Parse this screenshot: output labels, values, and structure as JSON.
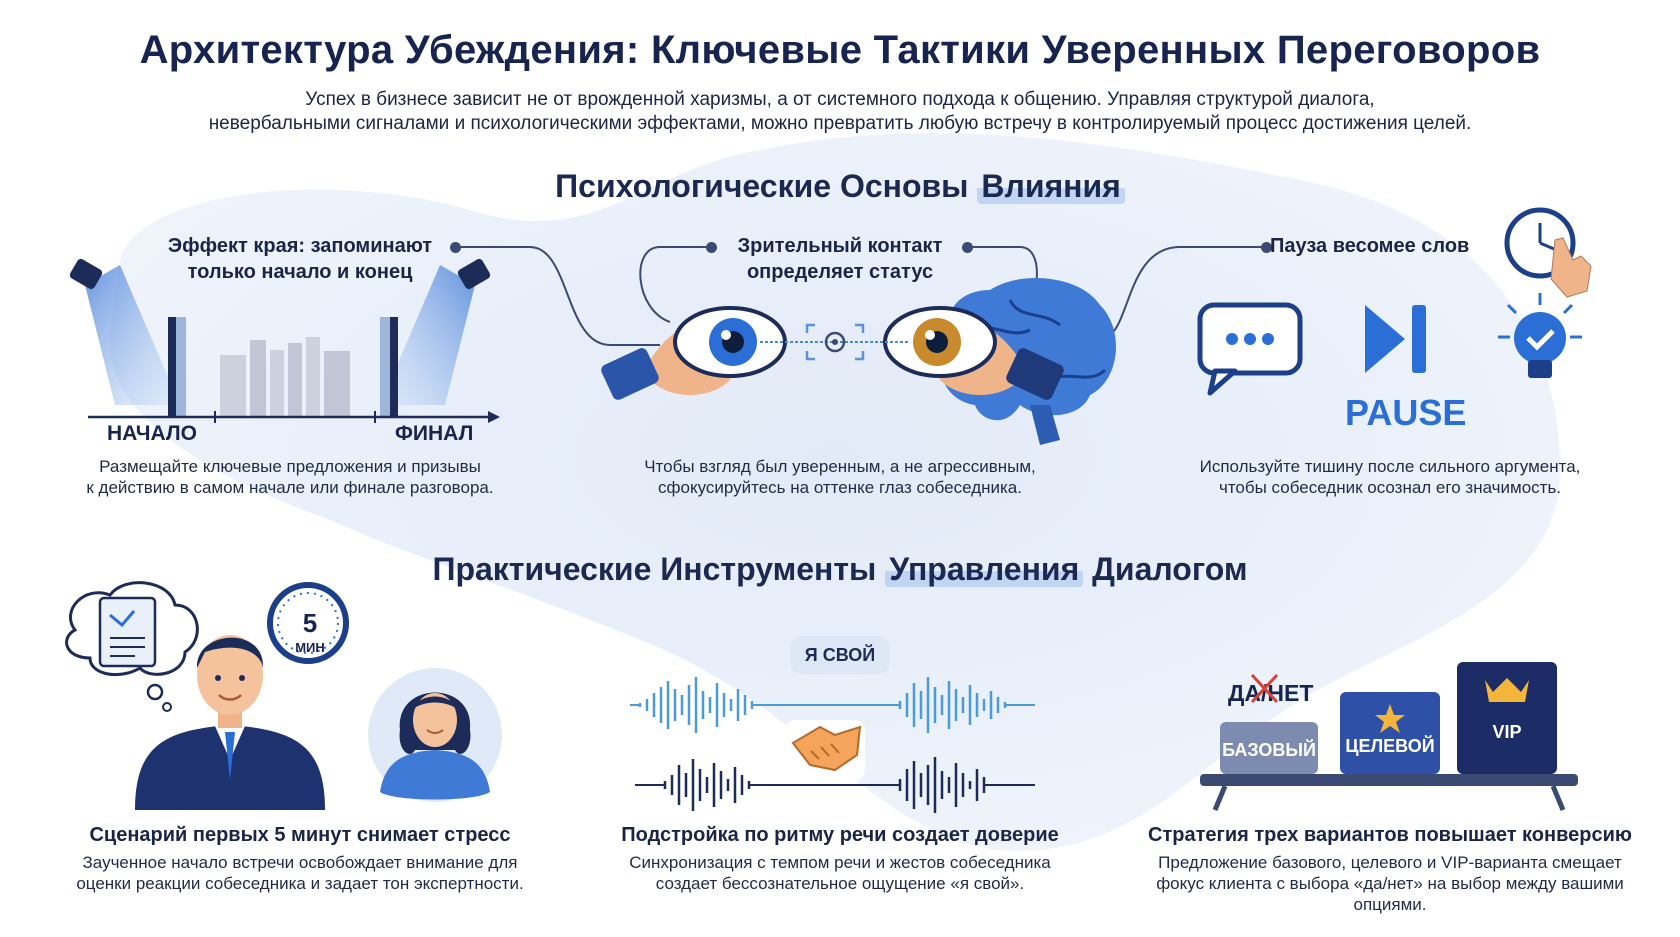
{
  "header": {
    "title": "Архитектура Убеждения: Ключевые Тактики Уверенных Переговоров",
    "intro_line1": "Успех в бизнесе зависит не от врожденной харизмы, а от системного подхода к общению. Управляя структурой диалога,",
    "intro_line2": "невербальными сигналами и психологическими эффектами, можно превратить любую встречу в контролируемый процесс достижения целей."
  },
  "section1": {
    "heading_plain": "Психологические Основы ",
    "heading_highlight": "Влияния",
    "cards": [
      {
        "caption_line1": "Эффект края: запоминают",
        "caption_line2": "только начало и конец",
        "label_start": "НАЧАЛО",
        "label_end": "ФИНАЛ",
        "desc_line1": "Размещайте ключевые предложения и призывы",
        "desc_line2": "к действию в самом начале или финале разговора."
      },
      {
        "caption_line1": "Зрительный контакт",
        "caption_line2": "определяет статус",
        "desc_line1": "Чтобы взгляд был уверенным, а не агрессивным,",
        "desc_line2": "сфокусируйтесь на оттенке глаз собеседника."
      },
      {
        "caption_line1": "Пауза весомее слов",
        "pause_label": "PAUSE",
        "desc_line1": "Используйте тишину после сильного аргумента,",
        "desc_line2": "чтобы собеседник осознал его значимость."
      }
    ]
  },
  "section2": {
    "heading_plain1": "Практические Инструменты ",
    "heading_highlight": "Управления",
    "heading_plain2": " Диалогом",
    "cards": [
      {
        "timer_number": "5",
        "timer_unit": "МИН",
        "caption": "Сценарий первых 5 минут снимает стресс",
        "desc_line1": "Заученное начало встречи освобождает внимание для",
        "desc_line2": "оценки реакции собеседника и задает тон экспертности."
      },
      {
        "bubble_text": "Я СВОЙ",
        "caption": "Подстройка по ритму речи создает доверие",
        "desc_line1": "Синхронизация с темпом речи и жестов собеседника",
        "desc_line2": "создает бессознательное ощущение «я свой»."
      },
      {
        "yes_no": "ДА/НЕТ",
        "tier_basic": "БАЗОВЫЙ",
        "tier_target": "ЦЕЛЕВОЙ",
        "tier_vip": "VIP",
        "caption": "Стратегия трех вариантов повышает конверсию",
        "desc_line1": "Предложение базового, целевого и VIP-варианта смещает",
        "desc_line2": "фокус клиента с выбора «да/нет» на выбор между вашими",
        "desc_line3": "опциями."
      }
    ]
  },
  "colors": {
    "navy": "#16244f",
    "accent_blue": "#2b6fd6",
    "light_blob": "#e8eef9",
    "brain_blue": "#3f7ad6"
  }
}
